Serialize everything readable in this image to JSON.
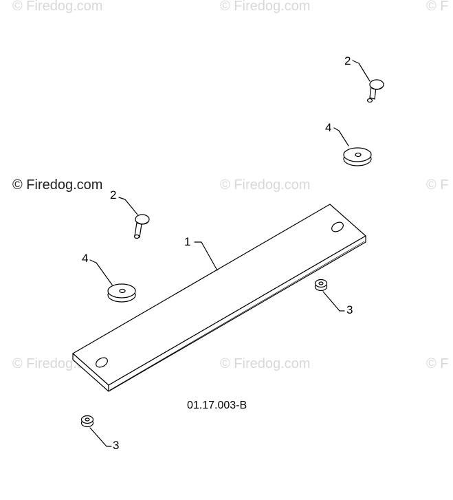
{
  "watermark": {
    "text": "© Firedog.com",
    "partial_text": "© F"
  },
  "callouts": {
    "bar": "1",
    "bolt": "2",
    "nut": "3",
    "washer": "4"
  },
  "diagram_code": "01.17.003-B",
  "colors": {
    "line": "#000000",
    "watermark": "#d8d8d8",
    "watermark_strong": "#222222",
    "background": "#ffffff"
  }
}
